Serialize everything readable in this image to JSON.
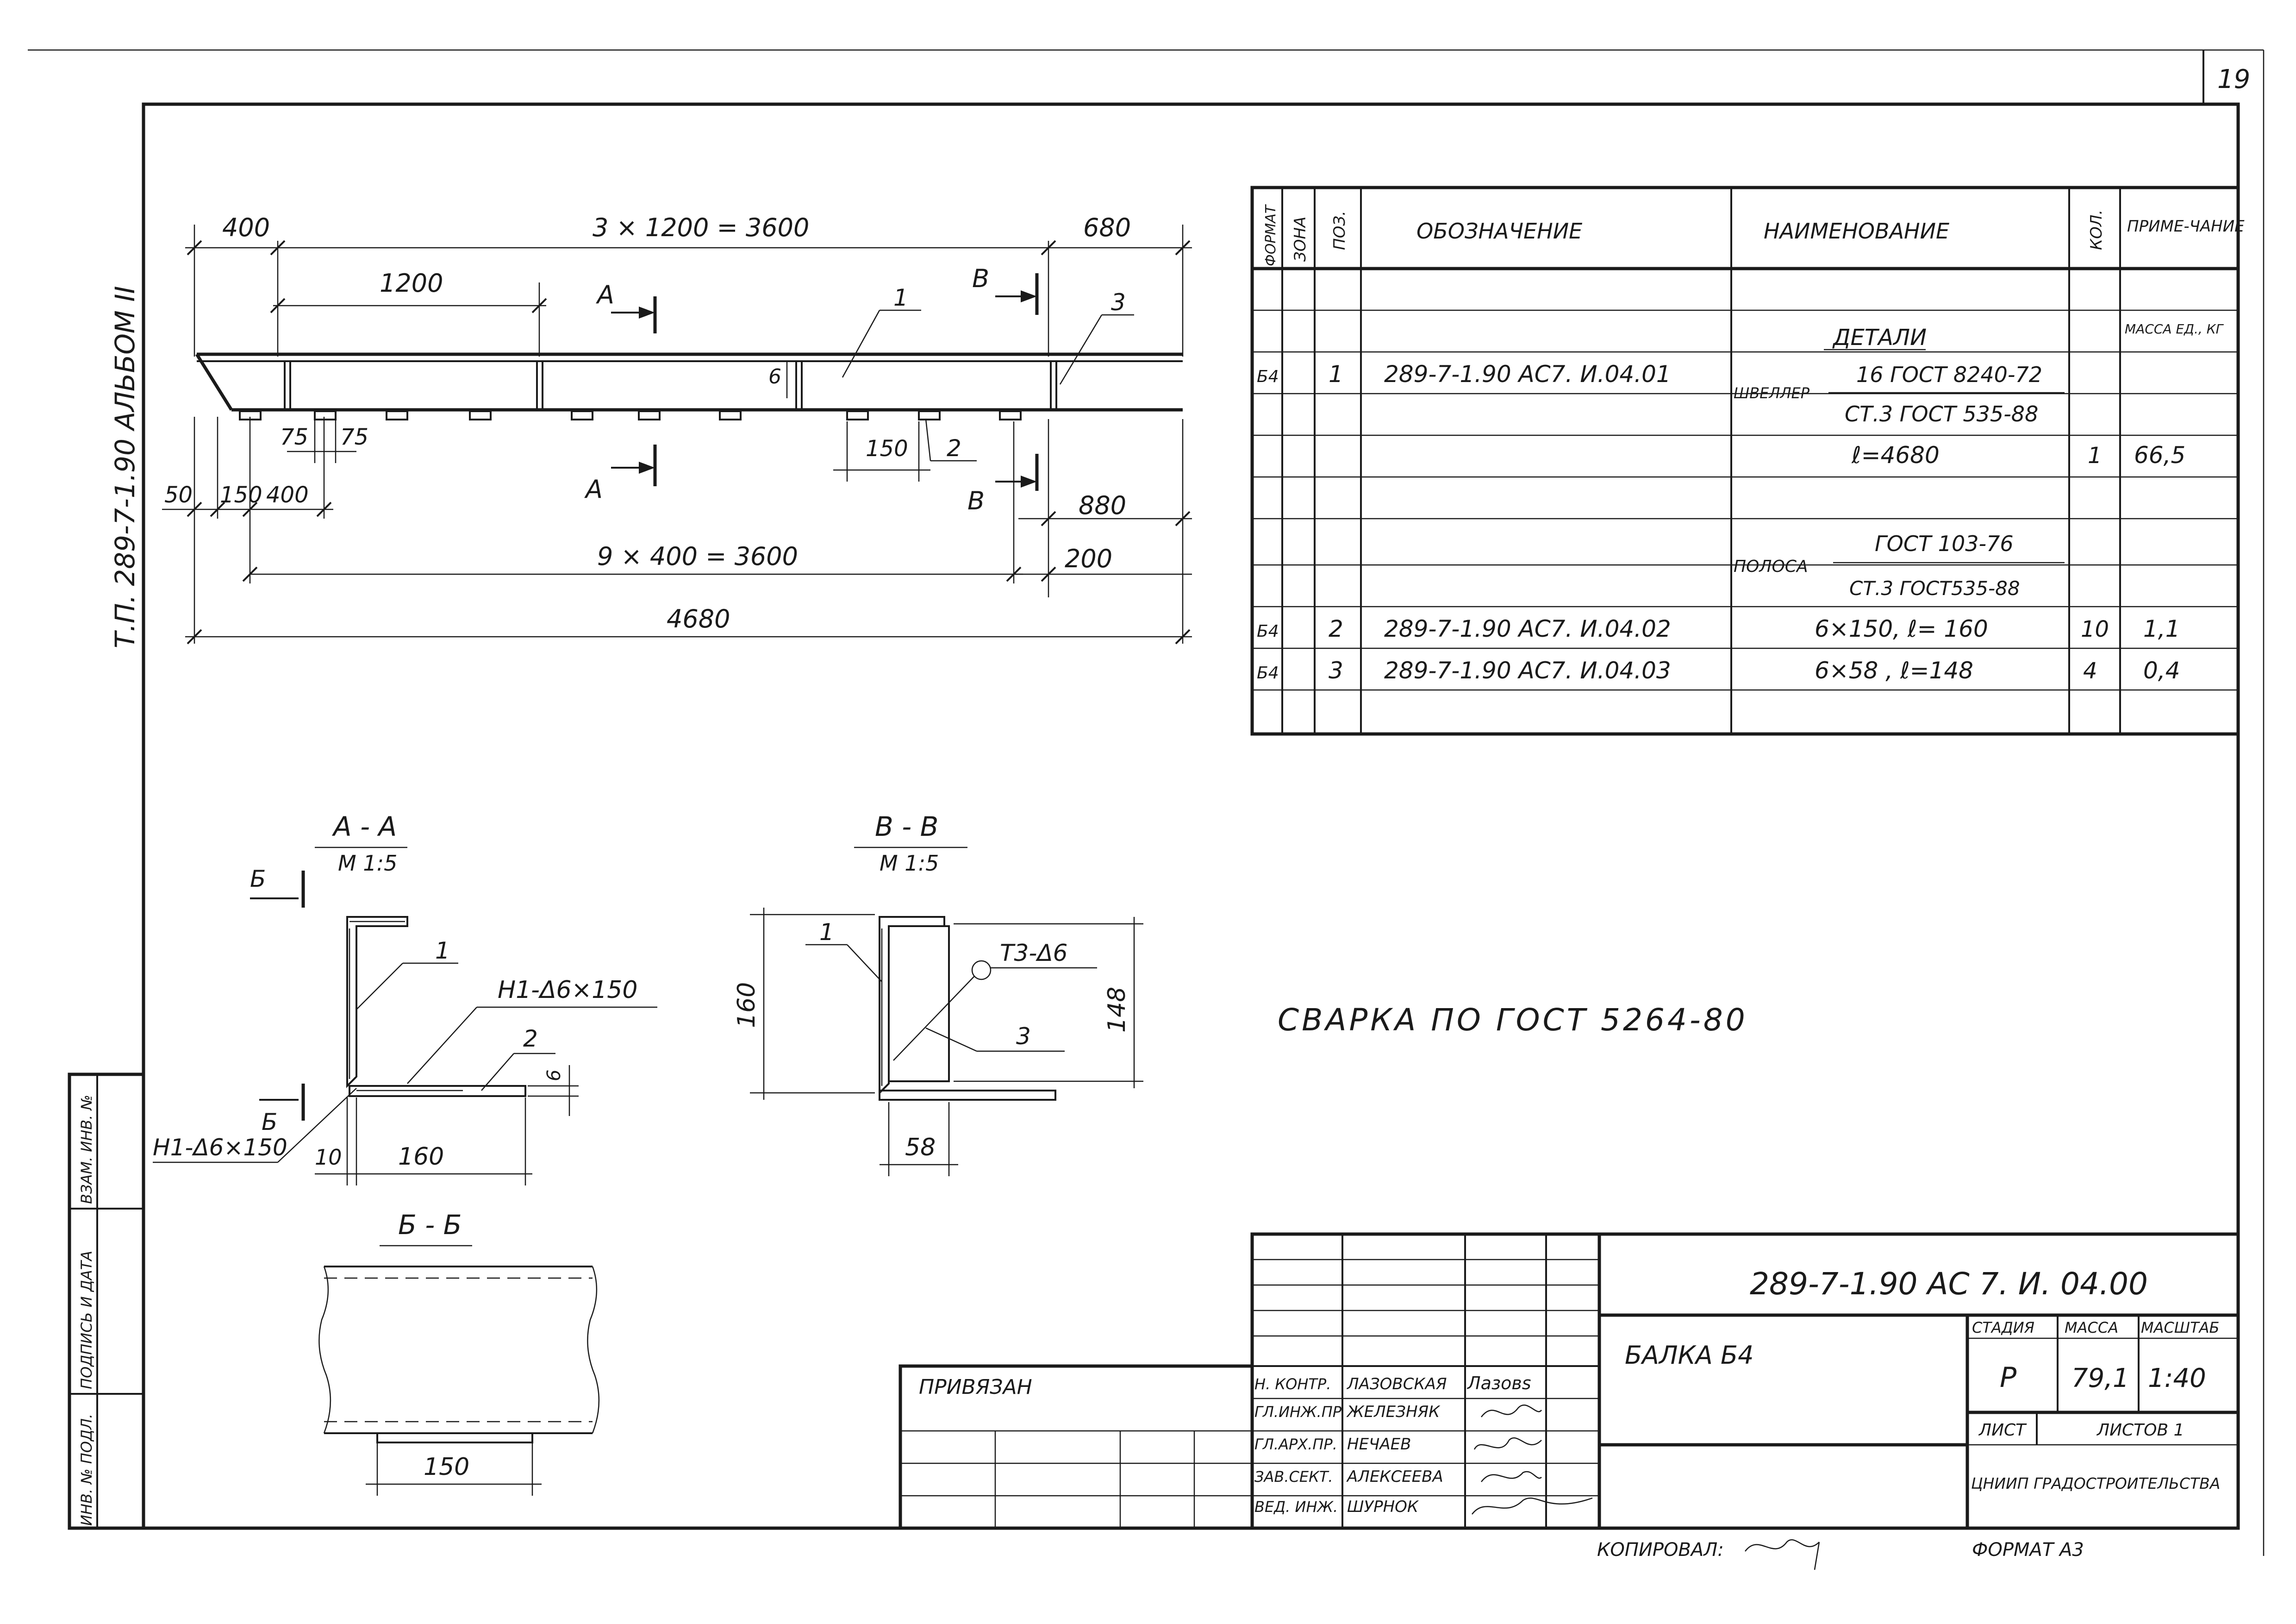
{
  "sheet_number": "19",
  "side_label": "Т.П. 289-7-1.90 АЛЬБОМ II",
  "elevation": {
    "dims_top": [
      "400",
      "3 × 1200 = 3600",
      "680"
    ],
    "dim_1200": "1200",
    "dims_left": [
      "75",
      "75",
      "50",
      "150",
      "400"
    ],
    "dim_150": "150",
    "dim_880": "880",
    "dim_9x400": "9 × 400 = 3600",
    "dim_200": "200",
    "dim_total": "4680",
    "plate_thickness": "6",
    "cut_a": "А",
    "cut_b": "В",
    "pos_labels": [
      "1",
      "2",
      "3"
    ]
  },
  "spec_table": {
    "headers": {
      "format": "ФОРМАТ",
      "zone": "ЗОНА",
      "pos": "ПОЗ.",
      "designation": "ОБОЗНАЧЕНИЕ",
      "name": "НАИМЕНОВАНИЕ",
      "qty": "КОЛ.",
      "note": "ПРИМЕ-ЧАНИЕ"
    },
    "section_title": "ДЕТАЛИ",
    "mass_header": "МАССА ЕД., КГ",
    "rows": [
      {
        "format": "Б4",
        "pos": "1",
        "designation": "289-7-1.90 АС7. И.04.01"
      },
      {
        "channel_label": "ШВЕЛЛЕР",
        "steel_top": "16 ГОСТ 8240-72",
        "steel_bottom": "СТ.3 ГОСТ 535-88"
      },
      {
        "name": "ℓ=4680",
        "qty": "1",
        "mass": "66,5"
      },
      {
        "strip_label": "ПОЛОСА",
        "strip_top": "ГОСТ 103-76",
        "strip_bottom": "СТ.3 ГОСТ535-88"
      },
      {
        "format": "Б4",
        "pos": "2",
        "designation": "289-7-1.90 АС7. И.04.02",
        "name": "6×150, ℓ= 160",
        "qty": "10",
        "mass": "1,1"
      },
      {
        "format": "Б4",
        "pos": "3",
        "designation": "289-7-1.90 АС7. И.04.03",
        "name": "6×58 , ℓ=148",
        "qty": "4",
        "mass": "0,4"
      }
    ]
  },
  "section_aa": {
    "title": "А - А",
    "scale": "М 1:5",
    "cut_label": "Б",
    "weld_top": "Н1-Δ6×150",
    "weld_bottom": "Н1-Δ6×150",
    "pos_1": "1",
    "pos_2": "2",
    "dim_6": "6",
    "dim_10": "10",
    "dim_160": "160"
  },
  "section_bb": {
    "title": "В - В",
    "scale": "М 1:5",
    "pos_1": "1",
    "pos_3": "3",
    "weld": "Т3-Δ6",
    "dim_160": "160",
    "dim_148": "148",
    "dim_58": "58"
  },
  "section_b": {
    "title": "Б - Б",
    "dim_150": "150"
  },
  "welding_note": "СВАРКА   ПО   ГОСТ   5264-80",
  "left_stamp": [
    "ИНВ. № ПОДЛ.",
    "ПОДПИСЬ И ДАТА",
    "ВЗАМ. ИНВ. №"
  ],
  "title_block": {
    "code": "289-7-1.90   АС 7.   И. 04.00",
    "privyazan": "ПРИВЯЗАН",
    "roles": [
      {
        "role": "Н. КОНТР.",
        "name": "ЛАЗОВСКАЯ",
        "sign": "Лазовs"
      },
      {
        "role": "ГЛ.ИНЖ.ПР",
        "name": "ЖЕЛЕЗНЯК",
        "sign": ""
      },
      {
        "role": "ГЛ.АРХ.ПР.",
        "name": "НЕЧАЕВ",
        "sign": ""
      },
      {
        "role": "ЗАВ.СЕКТ.",
        "name": "АЛЕКСЕЕВА",
        "sign": ""
      },
      {
        "role": "ВЕД. ИНЖ.",
        "name": "ШУРНОК",
        "sign": ""
      }
    ],
    "item_name": "БАЛКА  Б4",
    "stage_label": "СТАДИЯ",
    "mass_label": "МАССА",
    "scale_label": "МАСШТАБ",
    "stage": "Р",
    "mass": "79,1",
    "scale": "1:40",
    "sheet_label": "ЛИСТ",
    "sheets_label": "ЛИСТОВ 1",
    "org": "ЦНИИП ГРАДОСТРОИТЕЛЬСТВА",
    "copied": "КОПИРОВАЛ:",
    "format": "ФОРМАТ  А3"
  }
}
